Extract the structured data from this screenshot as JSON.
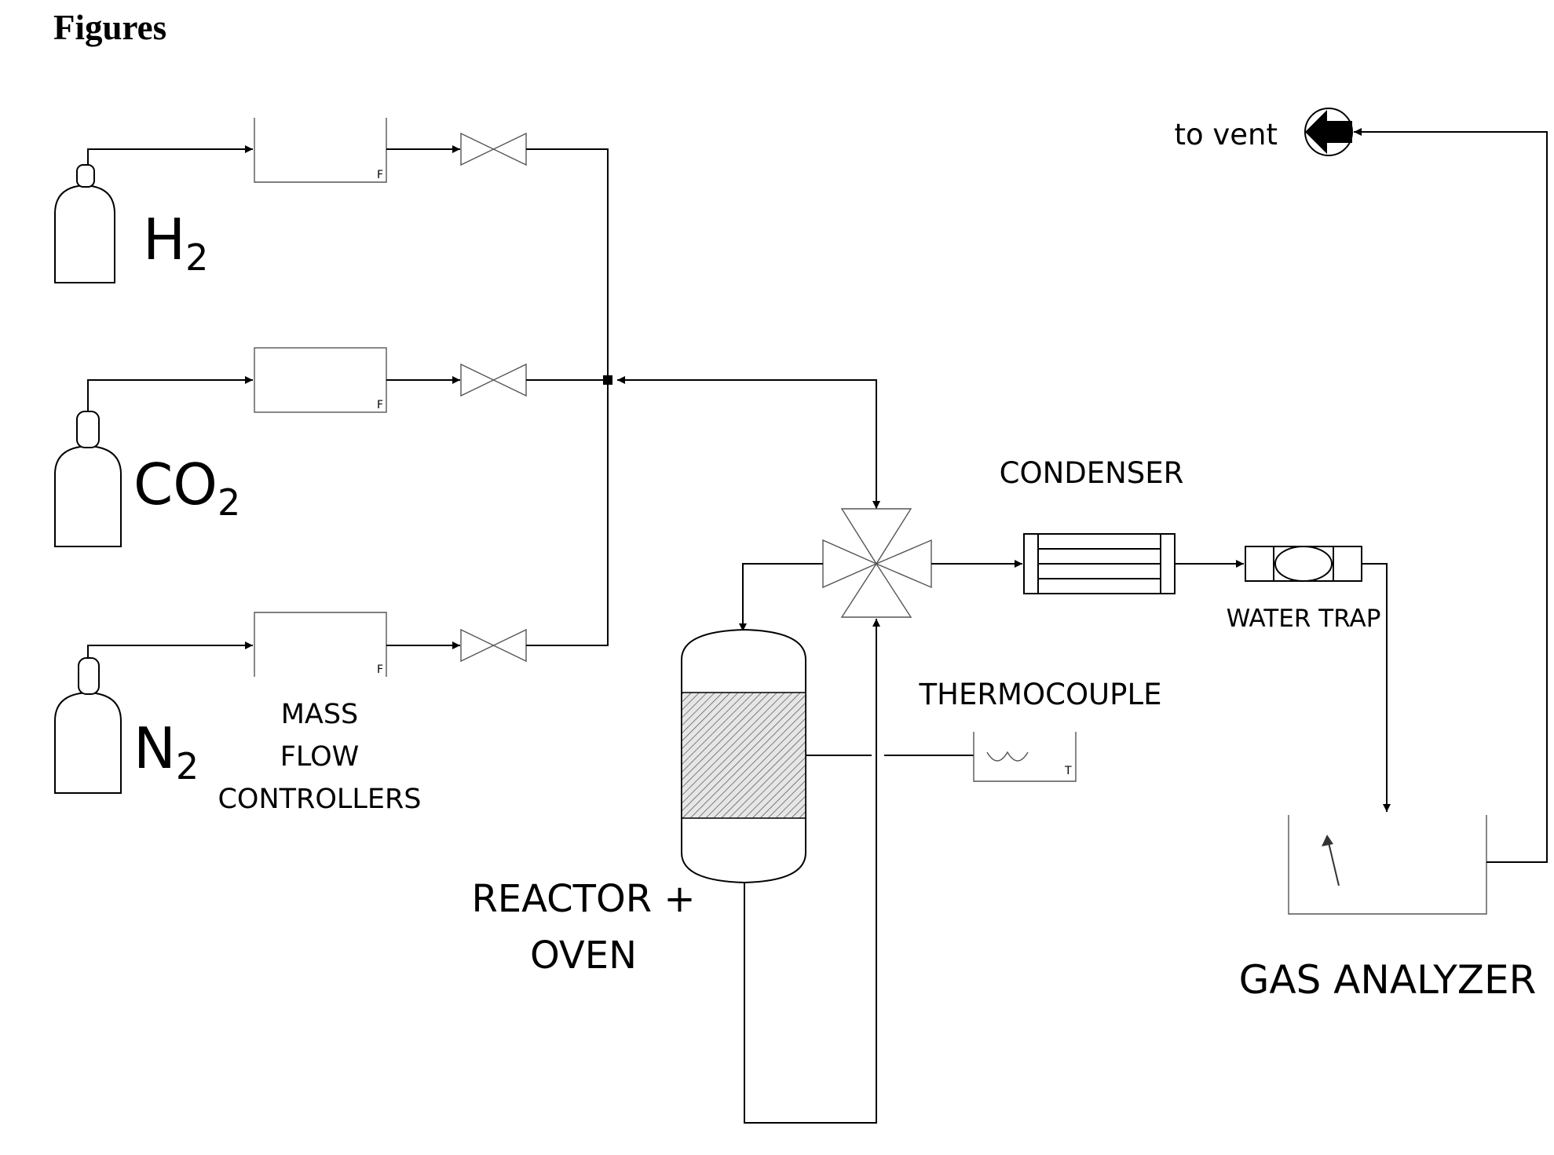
{
  "heading": "Figures",
  "gases": {
    "h2": {
      "base": "H",
      "sub": "2"
    },
    "co2": {
      "base": "CO",
      "sub": "2"
    },
    "n2": {
      "base": "N",
      "sub": "2"
    }
  },
  "labels": {
    "mfc_line1": "MASS",
    "mfc_line2": "FLOW",
    "mfc_line3": "CONTROLLERS",
    "mfc_tag": "F",
    "reactor_line1": "REACTOR +",
    "reactor_line2": "OVEN",
    "thermocouple": "THERMOCOUPLE",
    "thermocouple_tag": "T",
    "condenser": "CONDENSER",
    "water_trap": "WATER TRAP",
    "gas_analyzer": "GAS ANALYZER",
    "vent": "to vent"
  }
}
